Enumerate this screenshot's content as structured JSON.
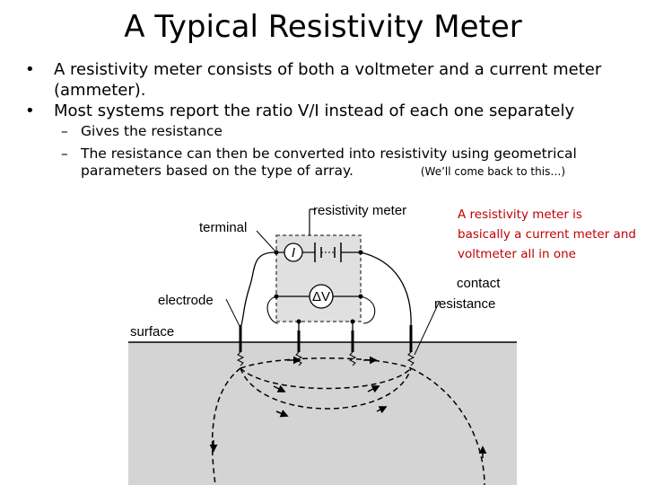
{
  "title": "A Typical Resistivity Meter",
  "bullets": [
    {
      "text": "A resistivity meter consists of both a voltmeter and a current meter (ammeter)."
    },
    {
      "text": "Most systems report the ratio V/I instead of each one separately"
    }
  ],
  "sub_bullets": [
    {
      "text": "Gives the resistance"
    },
    {
      "text": "The resistance can then be converted into resistivity using geometrical parameters based on the type of array.",
      "aside": "(We’ll come back to this…)"
    }
  ],
  "bullet_glyph": "•",
  "dash_glyph": "–",
  "note": "A resistivity meter is basically a current meter and voltmeter all in one",
  "diagram": {
    "label_terminal": "terminal",
    "label_resistivity_meter": "resistivity meter",
    "label_electrode": "electrode",
    "label_surface": "surface",
    "label_contact": "contact",
    "label_resistance": "resistance",
    "current_symbol": "I",
    "voltage_symbol": "ΔV",
    "ground_color": "#d4d4d4",
    "meter_color": "#e0e0e0",
    "note_color": "#c00000"
  }
}
